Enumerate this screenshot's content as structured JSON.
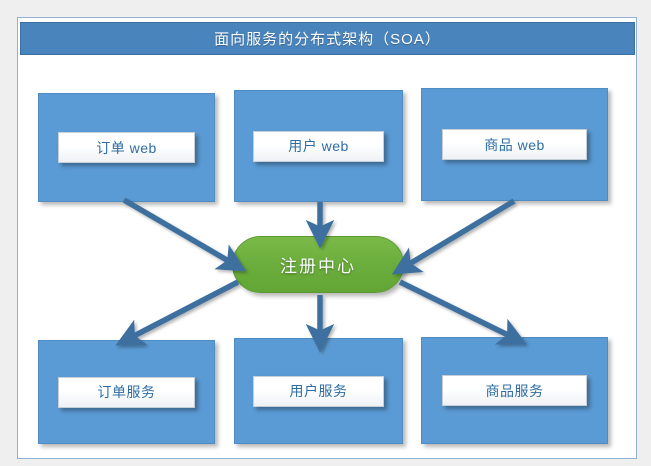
{
  "page": {
    "background_color": "#efefef",
    "panel_background": "#ffffff",
    "panel_border_color": "#8fb2d4"
  },
  "header": {
    "title": "面向服务的分布式架构（SOA）",
    "background_color": "#4a84bc",
    "text_color": "#ffffff"
  },
  "palette": {
    "box_fill": "#5b9bd5",
    "box_border": "#4f8cc2",
    "label_text": "#2e6da4",
    "registry_fill": "#6cb33f",
    "registry_text": "#ffffff",
    "arrow_color": "#3e6f9e"
  },
  "diagram": {
    "type": "architecture-diagram",
    "layers": [
      {
        "name": "web-layer",
        "position": "top",
        "nodes": [
          {
            "id": "order-web",
            "label": "订单 web"
          },
          {
            "id": "user-web",
            "label": "用户 web"
          },
          {
            "id": "goods-web",
            "label": "商品 web"
          }
        ]
      },
      {
        "name": "registry-layer",
        "position": "center",
        "nodes": [
          {
            "id": "registry",
            "label": "注册中心",
            "shape": "rounded-pill"
          }
        ]
      },
      {
        "name": "service-layer",
        "position": "bottom",
        "nodes": [
          {
            "id": "order-service",
            "label": "订单服务"
          },
          {
            "id": "user-service",
            "label": "用户服务"
          },
          {
            "id": "goods-service",
            "label": "商品服务"
          }
        ]
      }
    ],
    "connections": [
      {
        "from": "order-web",
        "to": "registry",
        "direction": "into-registry",
        "style": "arrow"
      },
      {
        "from": "user-web",
        "to": "registry",
        "direction": "into-registry",
        "style": "arrow"
      },
      {
        "from": "goods-web",
        "to": "registry",
        "direction": "into-registry",
        "style": "arrow"
      },
      {
        "from": "registry",
        "to": "order-service",
        "direction": "from-registry",
        "style": "arrow"
      },
      {
        "from": "registry",
        "to": "user-service",
        "direction": "from-registry",
        "style": "arrow"
      },
      {
        "from": "registry",
        "to": "goods-service",
        "direction": "from-registry",
        "style": "arrow"
      }
    ]
  }
}
